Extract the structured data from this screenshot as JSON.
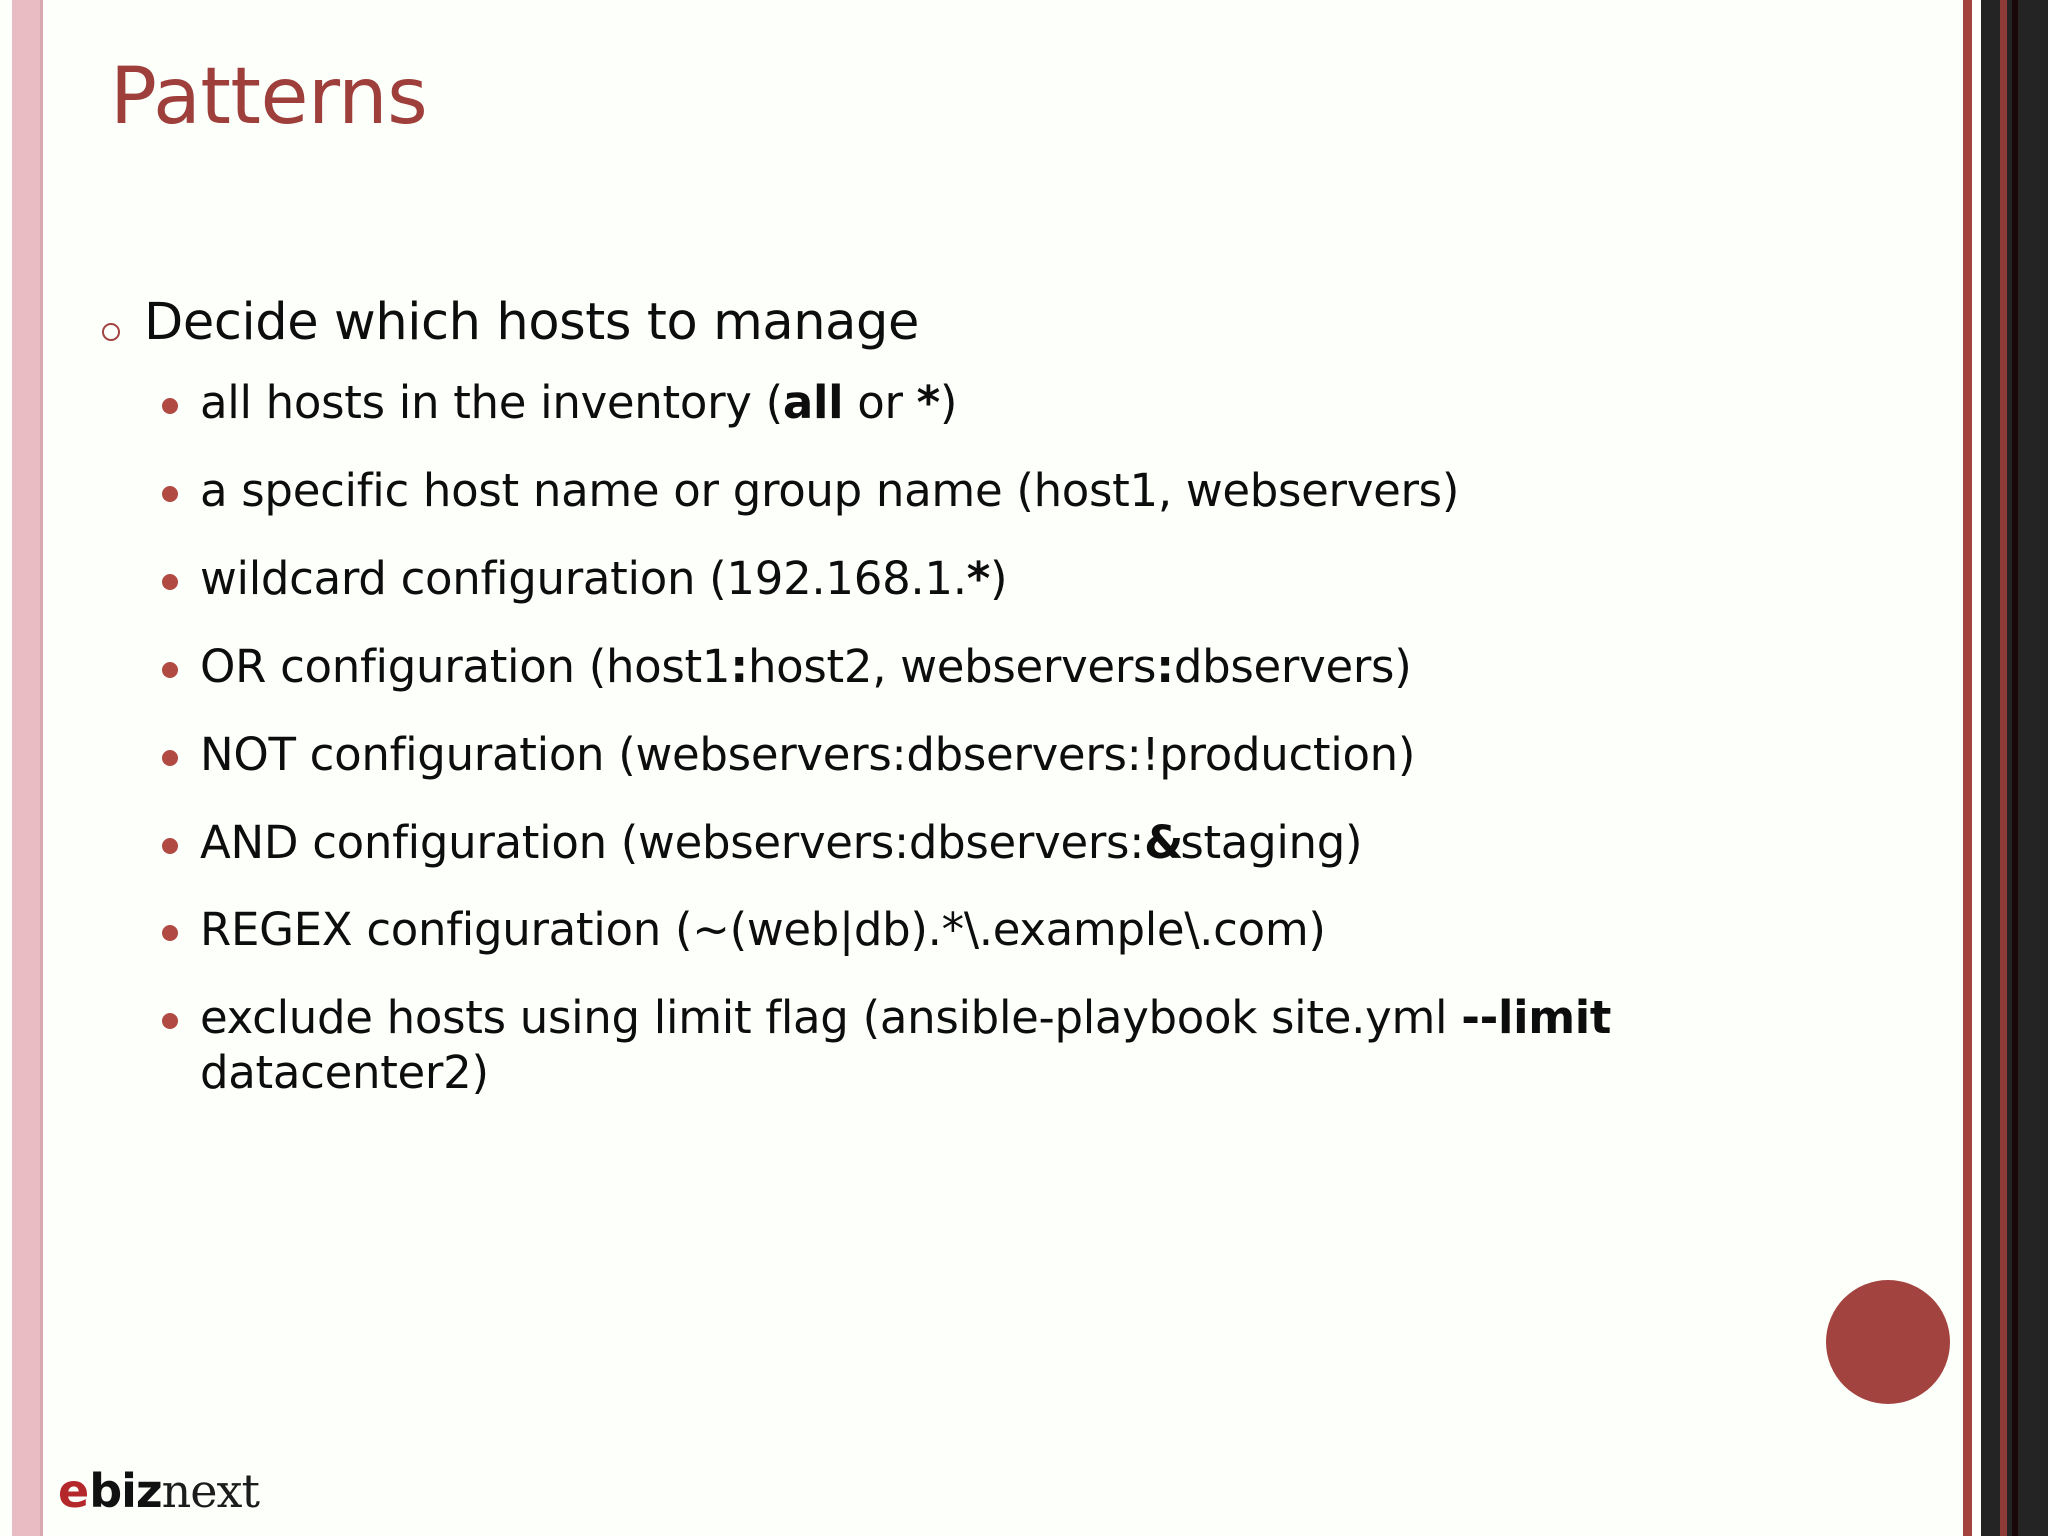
{
  "slide": {
    "title": "Patterns",
    "title_color": "#9e3f3b",
    "accent_color": "#a3433f",
    "background_color": "#fdfffb",
    "bullet_level1_icon": "hollow-circle-bullet",
    "bullet_level2_icon": "filled-dot-bullet"
  },
  "content": {
    "level1": {
      "text": "Decide which hosts to manage"
    },
    "level2": [
      {
        "id": "all-hosts",
        "segments": [
          {
            "text": "all hosts in the inventory (",
            "bold": false
          },
          {
            "text": "all",
            "bold": true
          },
          {
            "text": " or ",
            "bold": false
          },
          {
            "text": "*",
            "bold": true
          },
          {
            "text": ")",
            "bold": false
          }
        ],
        "plain": "all hosts in the inventory (all or *)"
      },
      {
        "id": "specific-host",
        "segments": [
          {
            "text": "a specific host name or group name (host1, webservers)",
            "bold": false
          }
        ],
        "plain": "a specific host name or group name (host1, webservers)"
      },
      {
        "id": "wildcard",
        "segments": [
          {
            "text": "wildcard configuration (192.168.1.",
            "bold": false
          },
          {
            "text": "*",
            "bold": true
          },
          {
            "text": ")",
            "bold": false
          }
        ],
        "plain": "wildcard configuration (192.168.1.*)"
      },
      {
        "id": "or-config",
        "segments": [
          {
            "text": "OR configuration (host1",
            "bold": false
          },
          {
            "text": ":",
            "bold": true
          },
          {
            "text": "host2, webservers",
            "bold": false
          },
          {
            "text": ":",
            "bold": true
          },
          {
            "text": "dbservers)",
            "bold": false
          }
        ],
        "plain": "OR configuration (host1:host2, webservers:dbservers)"
      },
      {
        "id": "not-config",
        "segments": [
          {
            "text": "NOT configuration (webservers:dbservers:!production)",
            "bold": false
          }
        ],
        "plain": "NOT configuration (webservers:dbservers:!production)"
      },
      {
        "id": "and-config",
        "segments": [
          {
            "text": "AND configuration (webservers:dbservers:",
            "bold": false
          },
          {
            "text": "&",
            "bold": true,
            "tight": true
          },
          {
            "text": "staging)",
            "bold": false
          }
        ],
        "plain": "AND configuration (webservers:dbservers:&staging)"
      },
      {
        "id": "regex-config",
        "segments": [
          {
            "text": "REGEX configuration (~(web|db).*\\.example\\.com)",
            "bold": false
          }
        ],
        "plain": "REGEX configuration (~(web|db).*\\.example\\.com)"
      },
      {
        "id": "limit-flag",
        "segments": [
          {
            "text": "exclude hosts using limit flag (ansible-playbook site.yml ",
            "bold": false
          },
          {
            "text": "--limit",
            "bold": true
          },
          {
            "text": " datacenter2)",
            "bold": false
          }
        ],
        "plain": "exclude hosts using limit flag (ansible-playbook site.yml --limit datacenter2)"
      }
    ]
  },
  "footer": {
    "logo": {
      "part_e": "e",
      "part_biz": "biz",
      "part_next": "next",
      "e_color": "#b4282c"
    }
  }
}
